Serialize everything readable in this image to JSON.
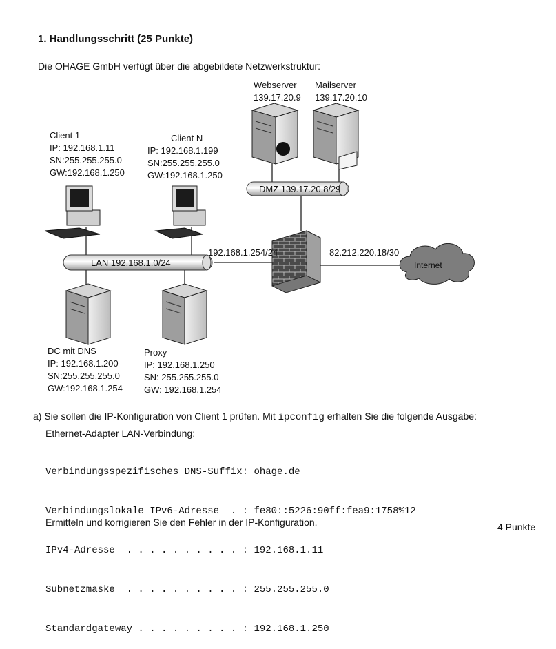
{
  "heading": "1. Handlungsschritt (25 Punkte)",
  "intro": "Die OHAGE GmbH verfügt über die abgebildete Netzwerkstruktur:",
  "nodes": {
    "client1": {
      "name": "Client 1",
      "ip": "IP: 192.168.1.11",
      "sn": "SN:255.255.255.0",
      "gw": "GW:192.168.1.250"
    },
    "clientn": {
      "name": "Client N",
      "ip": "IP: 192.168.1.199",
      "sn": "SN:255.255.255.0",
      "gw": "GW:192.168.1.250"
    },
    "webserver": {
      "name": "Webserver",
      "ip": "139.17.20.9"
    },
    "mailserver": {
      "name": "Mailserver",
      "ip": "139.17.20.10"
    },
    "dc": {
      "name": "DC mit DNS",
      "ip": "IP: 192.168.1.200",
      "sn": "SN:255.255.255.0",
      "gw": "GW:192.168.1.254"
    },
    "proxy": {
      "name": "Proxy",
      "ip": "IP: 192.168.1.250",
      "sn": "SN: 255.255.255.0",
      "gw": "GW: 192.168.1.254"
    }
  },
  "networks": {
    "dmz": "DMZ 139.17.20.8/29",
    "lan": "LAN 192.168.1.0/24",
    "firewall_lan": "192.168.1.254/24",
    "firewall_wan": "82.212.220.18/30",
    "internet": "Internet"
  },
  "task": {
    "letter": "a)",
    "text_before": "Sie sollen die IP-Konfiguration von Client 1 prüfen. Mit ",
    "command": "ipconfig",
    "text_after": " erhalten Sie die folgende Ausgabe:",
    "adapter": "Ethernet-Adapter LAN-Verbindung:",
    "output_lines": [
      "Verbindungsspezifisches DNS-Suffix: ohage.de",
      "Verbindungslokale IPv6-Adresse  . : fe80::5226:90ff:fea9:1758%12",
      "IPv4-Adresse  . . . . . . . . . . : 192.168.1.11",
      "Subnetzmaske  . . . . . . . . . . : 255.255.255.0",
      "Standardgateway . . . . . . . . . : 192.168.1.250"
    ],
    "question": "Ermitteln und korrigieren Sie den Fehler in der IP-Konfiguration.",
    "points": "4 Punkte"
  }
}
